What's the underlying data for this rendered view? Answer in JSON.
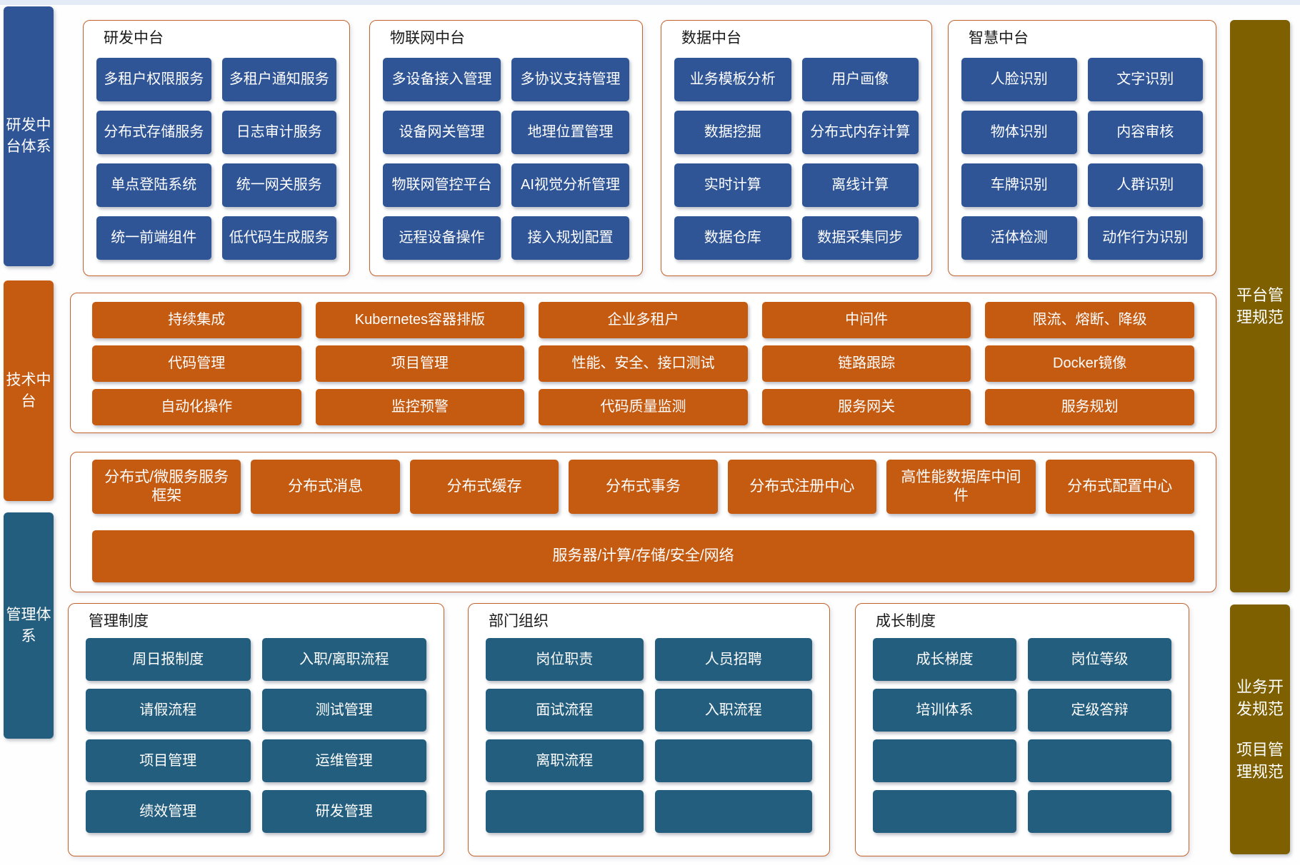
{
  "colors": {
    "blue_box": "#2F5597",
    "navy_box": "#245E7E",
    "orange_box": "#C55A11",
    "olive_rail": "#7F6000",
    "panel_border": "#C4622B"
  },
  "left_rail": [
    {
      "label": "研发中台体系"
    },
    {
      "label": "技术中台"
    },
    {
      "label": "管理体系"
    }
  ],
  "right_rail": [
    {
      "lines": [
        "平台管理规范"
      ]
    },
    {
      "lines": [
        "业务开发规范",
        "项目管理规范"
      ]
    }
  ],
  "top_panels": [
    {
      "title": "研发中台",
      "items": [
        "多租户权限服务",
        "多租户通知服务",
        "分布式存储服务",
        "日志审计服务",
        "单点登陆系统",
        "统一网关服务",
        "统一前端组件",
        "低代码生成服务"
      ]
    },
    {
      "title": "物联网中台",
      "items": [
        "多设备接入管理",
        "多协议支持管理",
        "设备网关管理",
        "地理位置管理",
        "物联网管控平台",
        "AI视觉分析管理",
        "远程设备操作",
        "接入规划配置"
      ]
    },
    {
      "title": "数据中台",
      "items": [
        "业务模板分析",
        "用户画像",
        "数据挖掘",
        "分布式内存计算",
        "实时计算",
        "离线计算",
        "数据仓库",
        "数据采集同步"
      ]
    },
    {
      "title": "智慧中台",
      "items": [
        "人脸识别",
        "文字识别",
        "物体识别",
        "内容审核",
        "车牌识别",
        "人群识别",
        "活体检测",
        "动作行为识别"
      ]
    }
  ],
  "tech_panel": {
    "rows": [
      [
        "持续集成",
        "Kubernetes容器排版",
        "企业多租户",
        "中间件",
        "限流、熔断、降级"
      ],
      [
        "代码管理",
        "项目管理",
        "性能、安全、接口测试",
        "链路跟踪",
        "Docker镜像"
      ],
      [
        "自动化操作",
        "监控预警",
        "代码质量监测",
        "服务网关",
        "服务规划"
      ]
    ]
  },
  "infra_panel": {
    "items": [
      "分布式/微服务服务框架",
      "分布式消息",
      "分布式缓存",
      "分布式事务",
      "分布式注册中心",
      "高性能数据库中间件",
      "分布式配置中心"
    ],
    "base": "服务器/计算/存储/安全/网络"
  },
  "bottom_panels": [
    {
      "title": "管理制度",
      "items": [
        "周日报制度",
        "入职/离职流程",
        "请假流程",
        "测试管理",
        "项目管理",
        "运维管理",
        "绩效管理",
        "研发管理"
      ]
    },
    {
      "title": "部门组织",
      "items": [
        "岗位职责",
        "人员招聘",
        "面试流程",
        "入职流程",
        "离职流程",
        "",
        "",
        ""
      ]
    },
    {
      "title": "成长制度",
      "items": [
        "成长梯度",
        "岗位等级",
        "培训体系",
        "定级答辩",
        "",
        "",
        "",
        ""
      ]
    }
  ]
}
